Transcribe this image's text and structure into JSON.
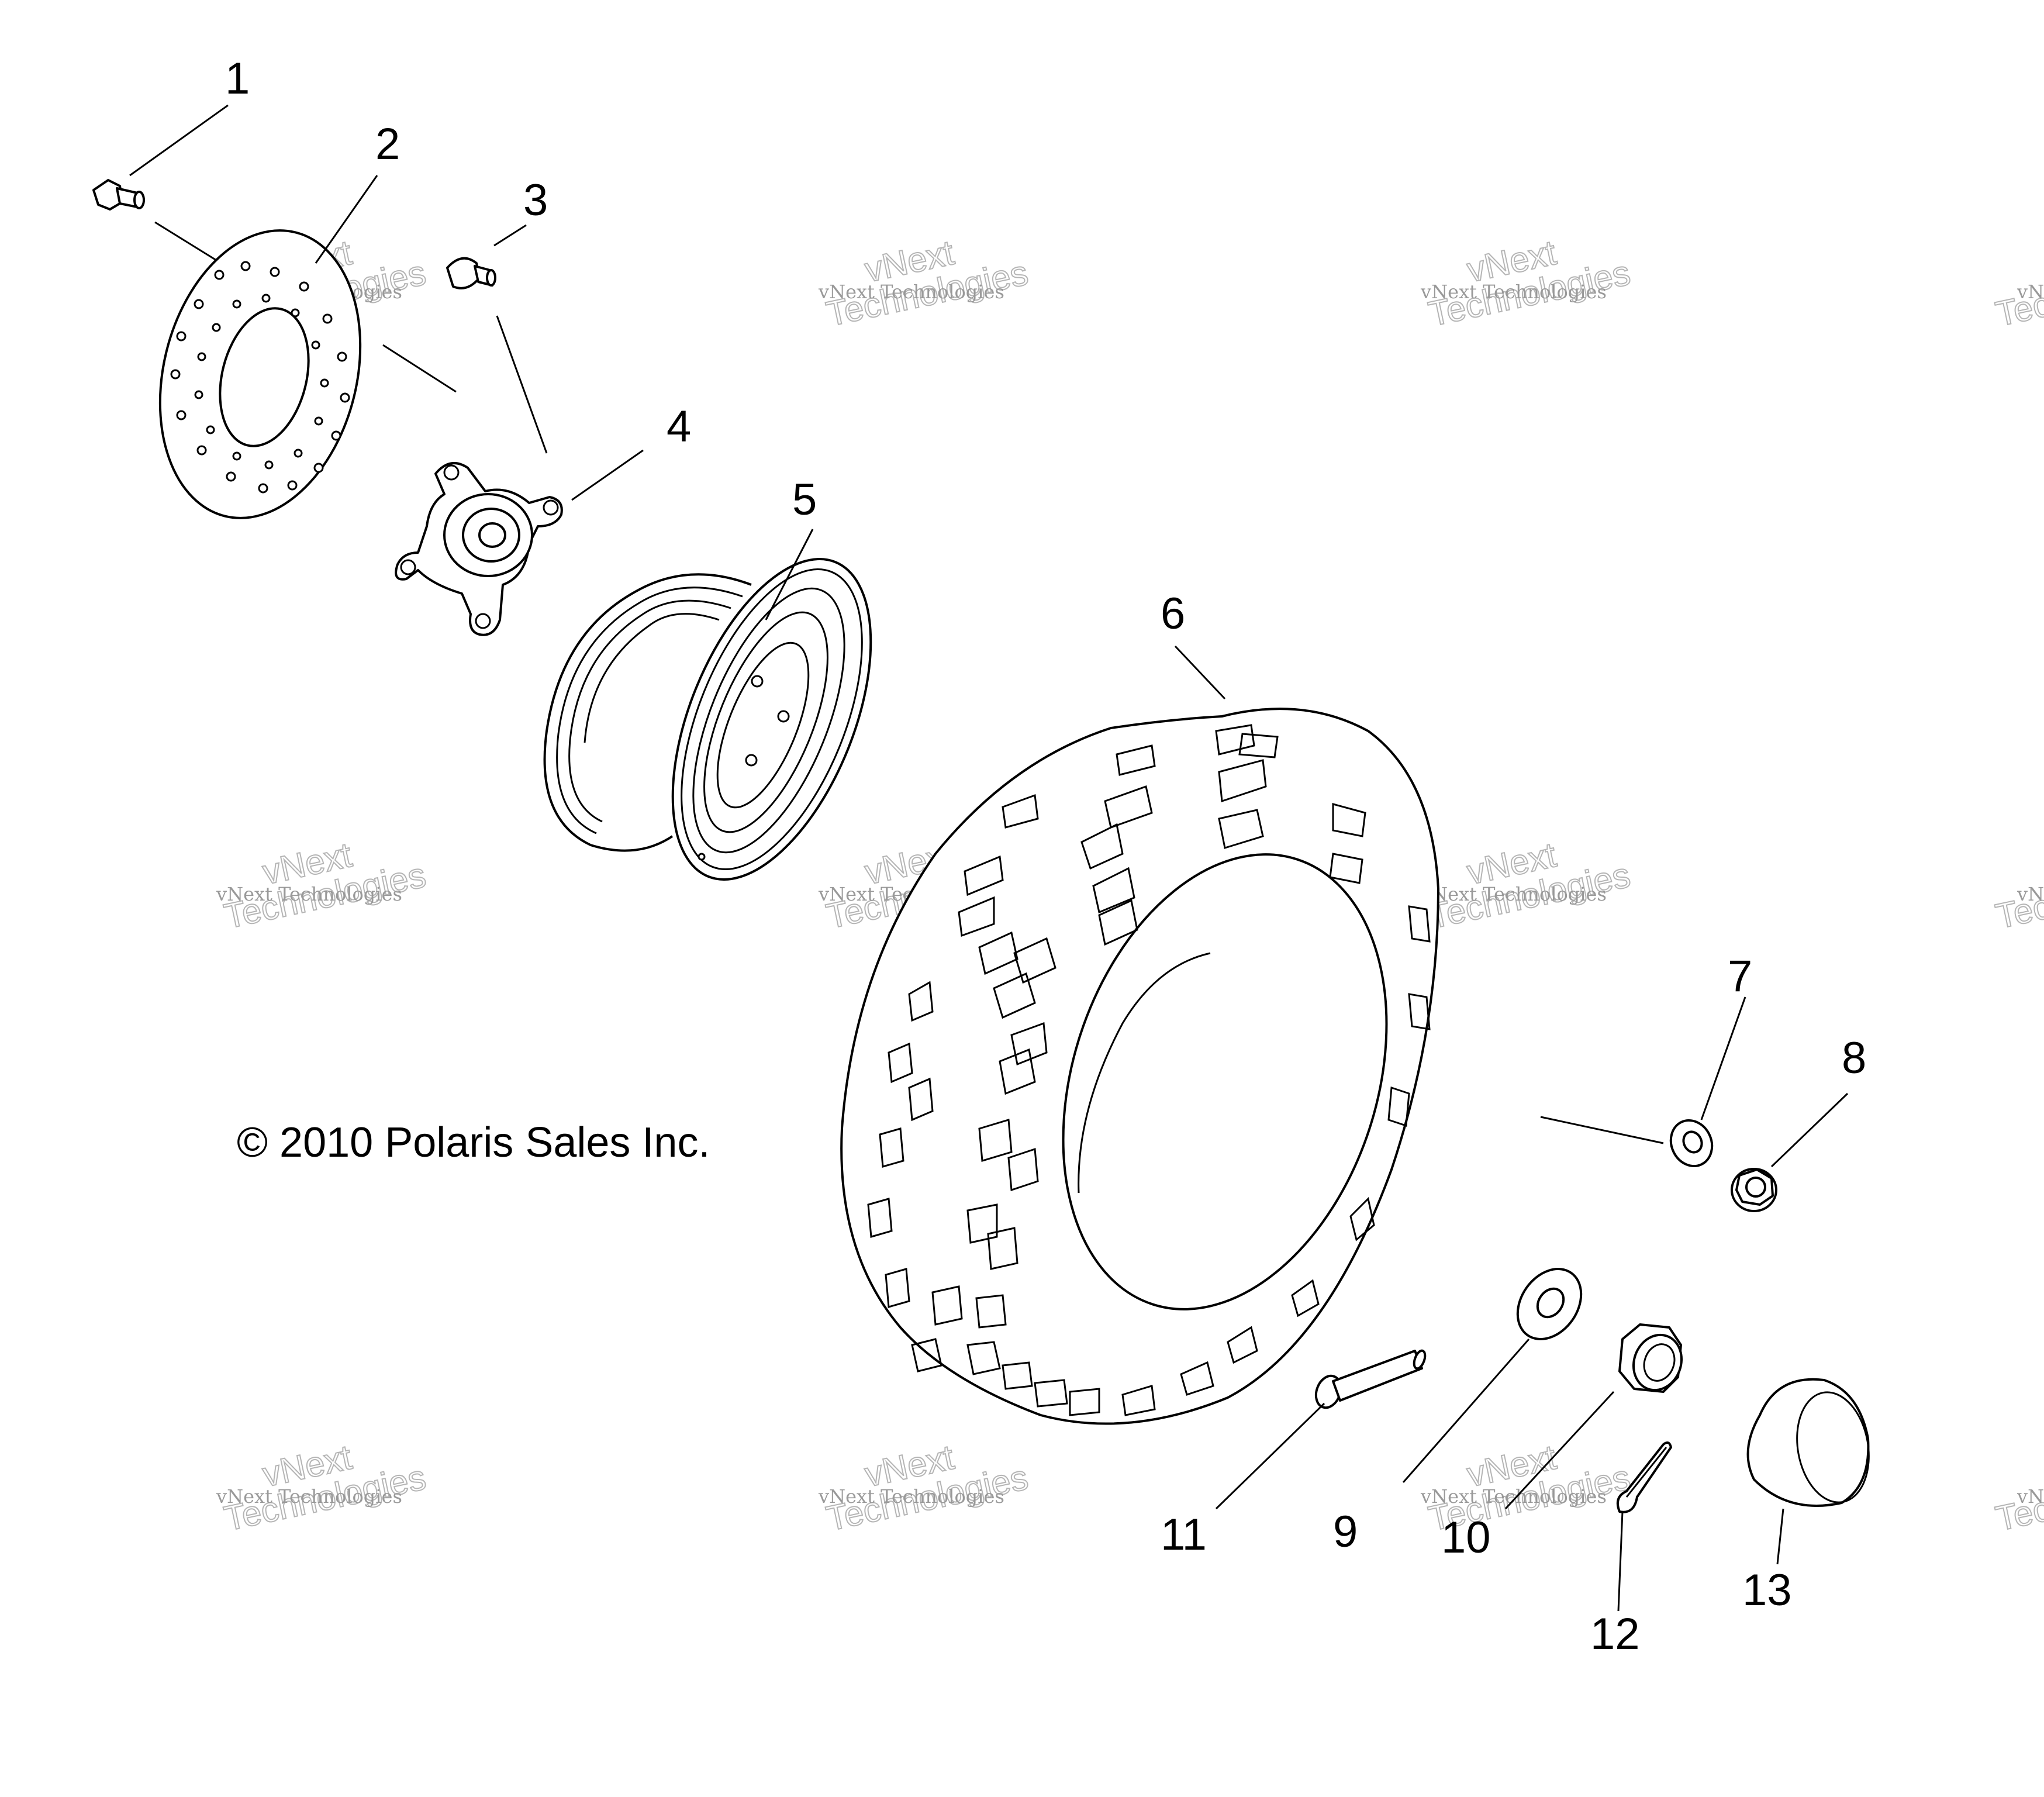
{
  "copyright": "© 2010 Polaris Sales Inc.",
  "watermark": {
    "line1": "vNext",
    "line2": "Technologies",
    "caption": "vNext Technologies"
  },
  "callouts": {
    "c1": "1",
    "c2": "2",
    "c3": "3",
    "c4": "4",
    "c5": "5",
    "c6": "6",
    "c7": "7",
    "c8": "8",
    "c9": "9",
    "c10": "10",
    "c11": "11",
    "c12": "12",
    "c13": "13"
  }
}
